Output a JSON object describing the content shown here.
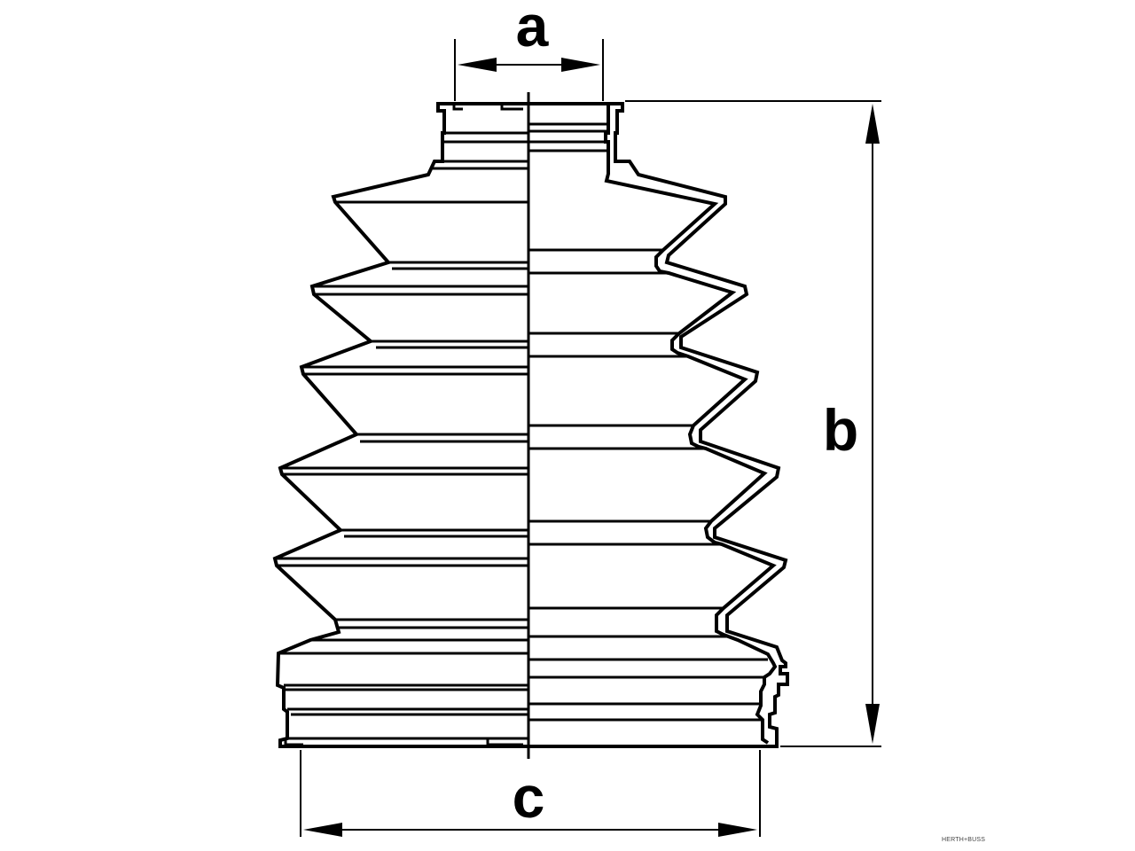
{
  "dimensions": {
    "a": "a",
    "b": "b",
    "c": "c"
  },
  "brand_text": "HERTH+BUSS",
  "colors": {
    "ink": "#000000",
    "background": "#ffffff"
  }
}
